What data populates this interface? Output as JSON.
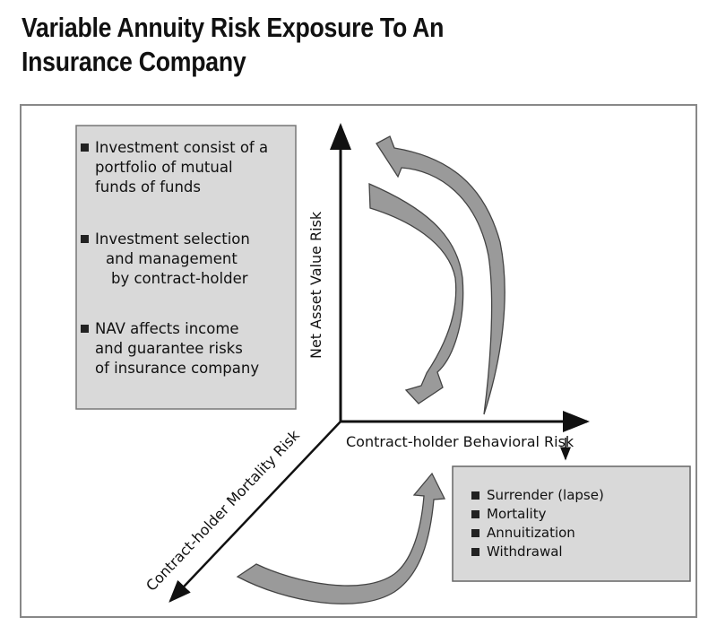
{
  "title": {
    "line1": "Variable Annuity Risk Exposure To An",
    "line2": "Insurance Company"
  },
  "axes": {
    "vertical": "Net Asset Value Risk",
    "horizontal": "Contract-holder Behavioral Risk",
    "diagonal": "Contract-holder Mortality Risk"
  },
  "investment_box": {
    "bullets": [
      {
        "lines": [
          "Investment consist of a",
          "portfolio of mutual",
          "funds of funds"
        ]
      },
      {
        "lines": [
          "Investment selection",
          "and management",
          "by contract-holder"
        ]
      },
      {
        "lines": [
          "NAV affects income",
          "and guarantee risks",
          "of insurance company"
        ]
      }
    ]
  },
  "behavior_box": {
    "items": [
      "Surrender (lapse)",
      "Mortality",
      "Annuitization",
      "Withdrawal"
    ]
  },
  "colors": {
    "box_fill": "#d9d9d9",
    "arrow_fill": "#9a9a9a",
    "frame": "#888888"
  }
}
